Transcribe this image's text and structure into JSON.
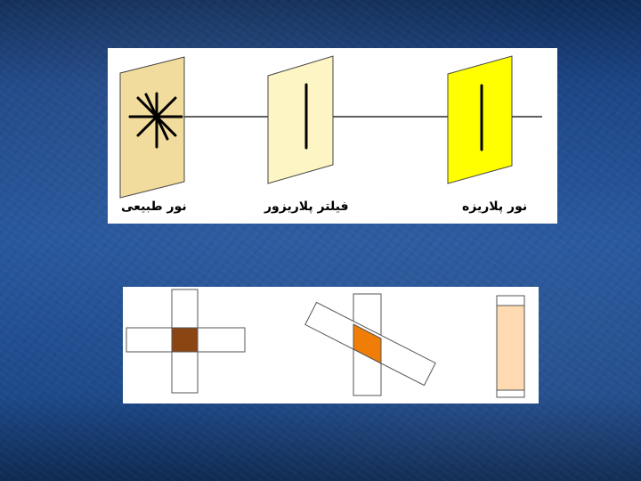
{
  "slide": {
    "background_color": "#24559c"
  },
  "top_diagram": {
    "labels": {
      "natural_light": "نور طبیعی",
      "polarizer_filter": "فیلتر پلاریزور",
      "polarized_light": "نور پلاریزه"
    },
    "colors": {
      "natural_light_plate": "#f2dc9d",
      "polarizer_plate": "#fdf5c4",
      "polarized_plate": "#ffff00",
      "ray_line": "#000000"
    }
  },
  "bottom_diagram": {
    "colors": {
      "crossed_overlap": "#8b4513",
      "angled_overlap": "#f07d06",
      "parallel_fill": "#ffdab3",
      "strip_fill": "#ffffff"
    }
  }
}
